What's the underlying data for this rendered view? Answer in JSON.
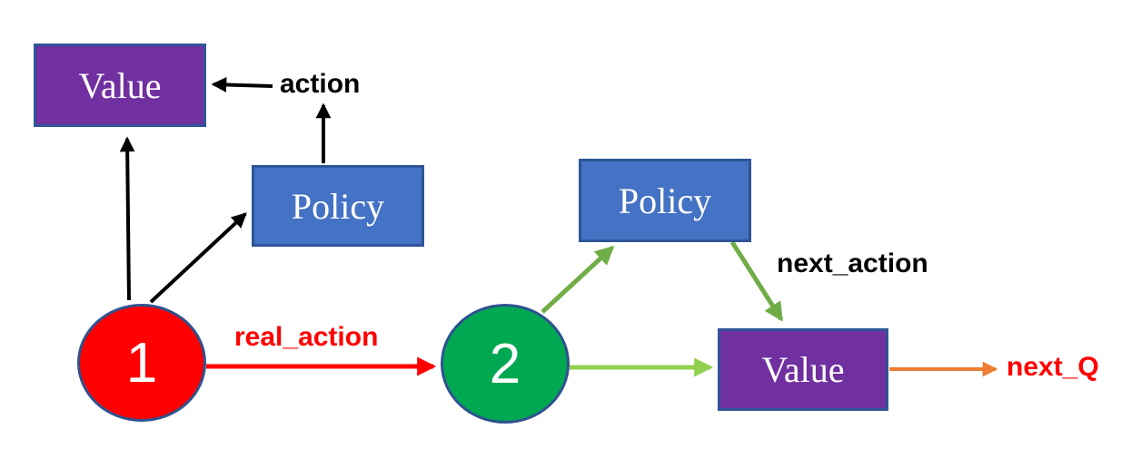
{
  "nodes": {
    "value1": {
      "label": "Value",
      "fill": "#7030a0"
    },
    "policy1": {
      "label": "Policy",
      "fill": "#4472c4"
    },
    "policy2": {
      "label": "Policy",
      "fill": "#4472c4"
    },
    "value2": {
      "label": "Value",
      "fill": "#7030a0"
    },
    "circle1": {
      "label": "1",
      "fill": "#ff0000"
    },
    "circle2": {
      "label": "2",
      "fill": "#00a852"
    }
  },
  "edge_labels": {
    "action": {
      "text": "action",
      "color": "#000000"
    },
    "real_action": {
      "text": "real_action",
      "color": "#ff0000"
    },
    "next_action": {
      "text": "next_action",
      "color": "#000000"
    },
    "next_q": {
      "text": "next_Q",
      "color": "#ff0000"
    }
  },
  "colors": {
    "background": "#ffffff",
    "box_border": "#2f5597",
    "circle_border": "#2f528f",
    "node_text": "#ffffff",
    "arrow_black": "#000000",
    "arrow_red": "#ff0000",
    "arrow_green": "#70ad47",
    "arrow_light_green": "#92d050",
    "arrow_orange": "#ed7d31"
  }
}
